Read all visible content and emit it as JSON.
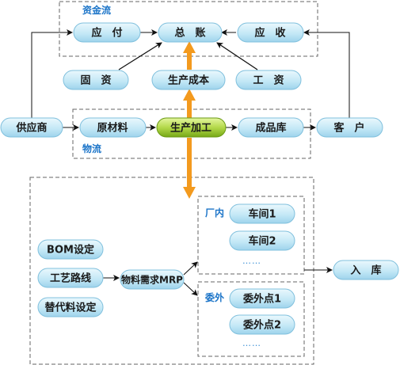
{
  "groups": {
    "finance": "资金流",
    "logistics": "物流",
    "plant": "厂内",
    "outsource": "委外"
  },
  "nodes": {
    "payable": "应　付",
    "ledger": "总　账",
    "receivable": "应　收",
    "fixed_assets": "固　资",
    "production_cost": "生产成本",
    "wages": "工　资",
    "supplier": "供应商",
    "raw_material": "原材料",
    "production": "生产加工",
    "finished_goods": "成品库",
    "customer": "客　户",
    "workshop_1": "车间1",
    "workshop_2": "车间2",
    "plant_more": "……",
    "outsource_1": "委外点1",
    "outsource_2": "委外点2",
    "outsource_more": "……",
    "bom": "BOM设定",
    "routing": "工艺路线",
    "substitute": "替代料设定",
    "mrp": "物料需求MRP",
    "warehousing": "入　库"
  },
  "colors": {
    "node_fill_top": "#e6f6fc",
    "node_fill_bottom": "#a9d9ef",
    "node_stroke": "#7fbfdd",
    "highlight_top": "#d9ef8a",
    "highlight_bottom": "#7fb21a",
    "arrow_orange": "#f39a1e",
    "label_blue": "#1b74c8",
    "dash": "#666666"
  }
}
